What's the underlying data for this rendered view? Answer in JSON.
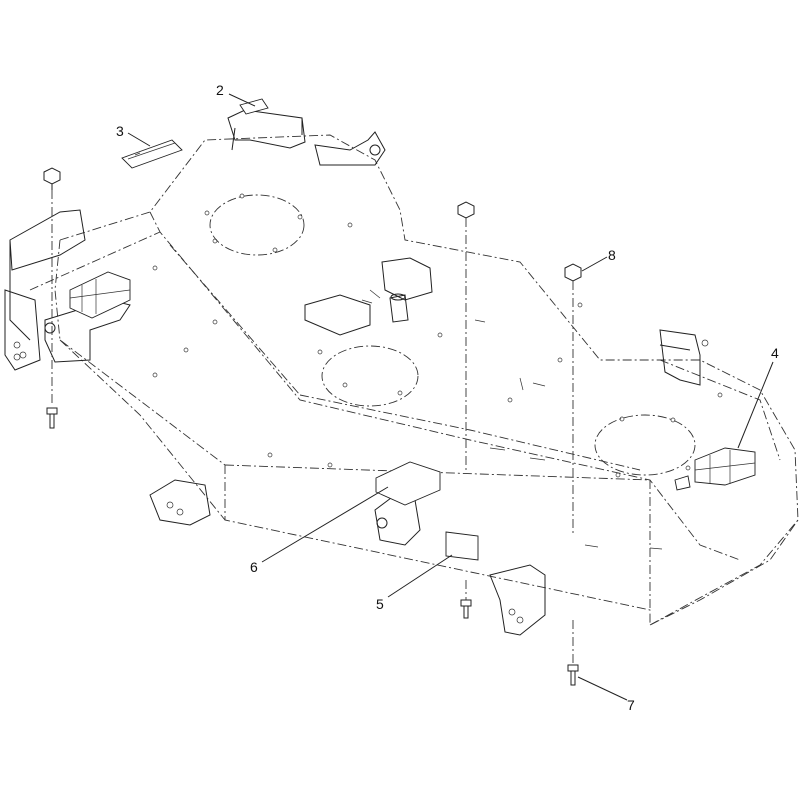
{
  "diagram": {
    "callouts": [
      {
        "id": "c2",
        "label": "2"
      },
      {
        "id": "c3",
        "label": "3"
      },
      {
        "id": "c4",
        "label": "4"
      },
      {
        "id": "c5",
        "label": "5"
      },
      {
        "id": "c6",
        "label": "6"
      },
      {
        "id": "c7",
        "label": "7"
      },
      {
        "id": "c8",
        "label": "8"
      }
    ]
  }
}
